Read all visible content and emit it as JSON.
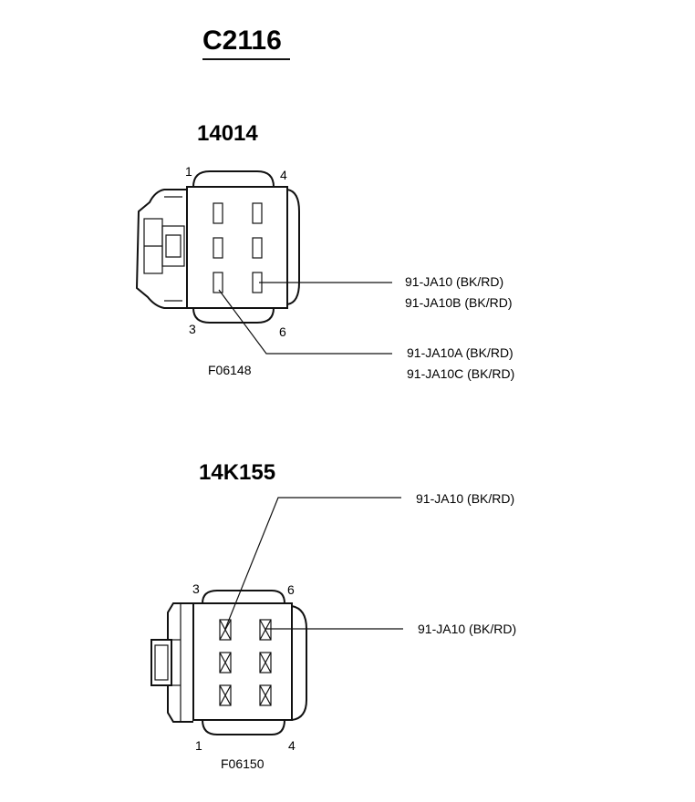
{
  "title": "C2116",
  "connector_a": {
    "part_number": "14014",
    "pins": {
      "p1": "1",
      "p3": "3",
      "p4": "4",
      "p6": "6"
    },
    "wires": [
      "91-JA10 (BK/RD)",
      "91-JA10B (BK/RD)",
      "91-JA10A (BK/RD)",
      "91-JA10C (BK/RD)"
    ],
    "figure_id": "F06148"
  },
  "connector_b": {
    "part_number": "14K155",
    "pins": {
      "p1": "1",
      "p3": "3",
      "p4": "4",
      "p6": "6"
    },
    "wires": [
      "91-JA10 (BK/RD)",
      "91-JA10 (BK/RD)"
    ],
    "figure_id": "F06150"
  }
}
